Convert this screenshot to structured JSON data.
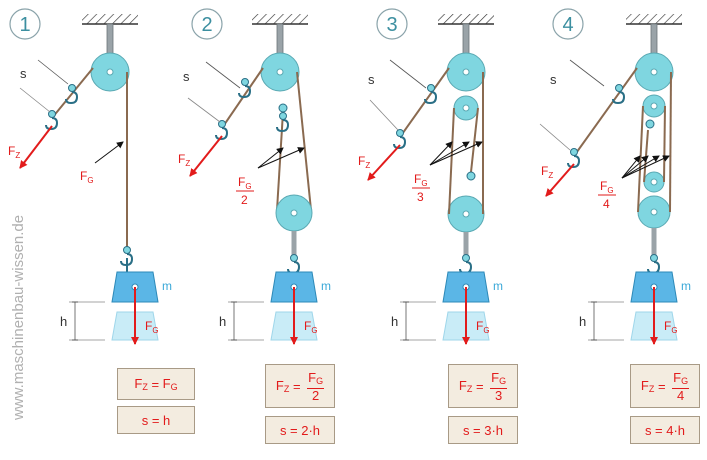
{
  "watermark": "www.maschinenbau-wissen.de",
  "colors": {
    "rope": "#8a6a50",
    "pulley": "#7fd6e0",
    "weight": "#5bb6e6",
    "force": "#e21b1b",
    "label": "#333333",
    "mass_label": "#3aa8d8",
    "box_bg": "#f3ece0"
  },
  "panels": [
    {
      "number": "1",
      "fz": "F",
      "fz_sub": "Z",
      "fg": "F",
      "fg_sub": "G",
      "fg_frac_den": "",
      "s": "s",
      "h": "h",
      "m": "m",
      "formula_force": {
        "lhs": "F",
        "lhs_sub": "Z",
        "eq": "=",
        "rhs": "F",
        "rhs_sub": "G",
        "den": ""
      },
      "formula_way": "s = h"
    },
    {
      "number": "2",
      "fz": "F",
      "fz_sub": "Z",
      "fg": "F",
      "fg_sub": "G",
      "fg_frac_den": "2",
      "s": "s",
      "h": "h",
      "m": "m",
      "formula_force": {
        "lhs": "F",
        "lhs_sub": "Z",
        "eq": "=",
        "rhs": "F",
        "rhs_sub": "G",
        "den": "2"
      },
      "formula_way": "s = 2·h"
    },
    {
      "number": "3",
      "fz": "F",
      "fz_sub": "Z",
      "fg": "F",
      "fg_sub": "G",
      "fg_frac_den": "3",
      "s": "s",
      "h": "h",
      "m": "m",
      "formula_force": {
        "lhs": "F",
        "lhs_sub": "Z",
        "eq": "=",
        "rhs": "F",
        "rhs_sub": "G",
        "den": "3"
      },
      "formula_way": "s = 3·h"
    },
    {
      "number": "4",
      "fz": "F",
      "fz_sub": "Z",
      "fg": "F",
      "fg_sub": "G",
      "fg_frac_den": "4",
      "s": "s",
      "h": "h",
      "m": "m",
      "formula_force": {
        "lhs": "F",
        "lhs_sub": "Z",
        "eq": "=",
        "rhs": "F",
        "rhs_sub": "G",
        "den": "4"
      },
      "formula_way": "s = 4·h"
    }
  ]
}
